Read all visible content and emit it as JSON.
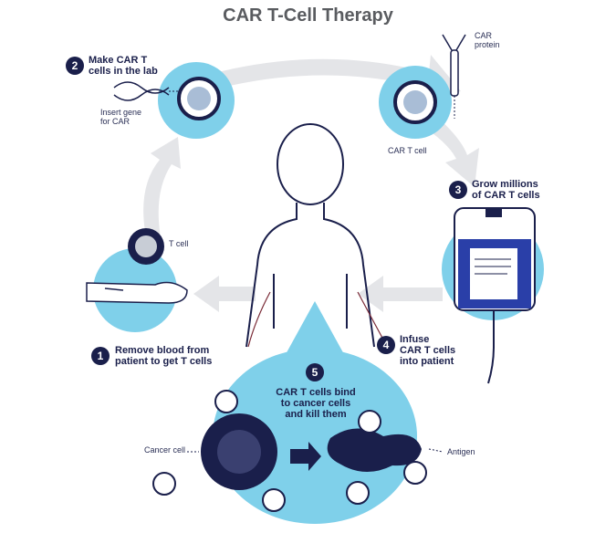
{
  "title": "CAR T-Cell Therapy",
  "steps": [
    {
      "number": "1",
      "text": "Remove blood from\npatient to get T cells"
    },
    {
      "number": "2",
      "text": "Make CAR T\ncells in the lab"
    },
    {
      "number": "3",
      "text": "Grow millions\nof CAR T cells"
    },
    {
      "number": "4",
      "text": "Infuse\nCAR T cells\ninto patient"
    },
    {
      "number": "5",
      "text": "CAR T cells bind\nto cancer cells\nand kill them"
    }
  ],
  "labels": {
    "car_protein": "CAR\nprotein",
    "insert_gene": "Insert gene\nfor CAR",
    "car_t_cell": "CAR T cell",
    "t_cell": "T cell",
    "cancer_cell": "Cancer cell",
    "antigen": "Antigen"
  },
  "colors": {
    "navy": "#1a1f4b",
    "light_blue": "#7fd0ea",
    "arrow_grey": "#e4e5e8",
    "title_grey": "#5a5c60"
  }
}
